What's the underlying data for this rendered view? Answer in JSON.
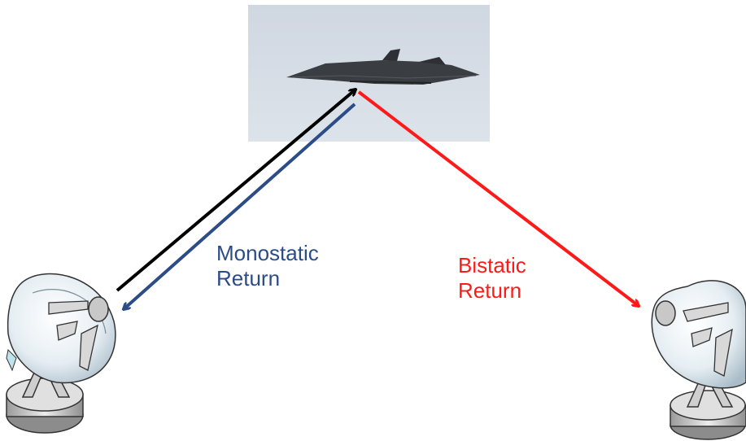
{
  "labels": {
    "monostatic_line1": "Monostatic",
    "monostatic_line2": "Return",
    "bistatic_line1": "Bistatic",
    "bistatic_line2": "Return"
  },
  "colors": {
    "transmit": "#000000",
    "monostatic": "#2b4c86",
    "bistatic": "#ff1a1a",
    "sky": "#d6dde6",
    "aircraft": "#3a3d42"
  },
  "icons": {
    "aircraft": "stealth-aircraft-photo",
    "transmitter": "radar-dish-icon",
    "receiver": "radar-dish-icon"
  }
}
